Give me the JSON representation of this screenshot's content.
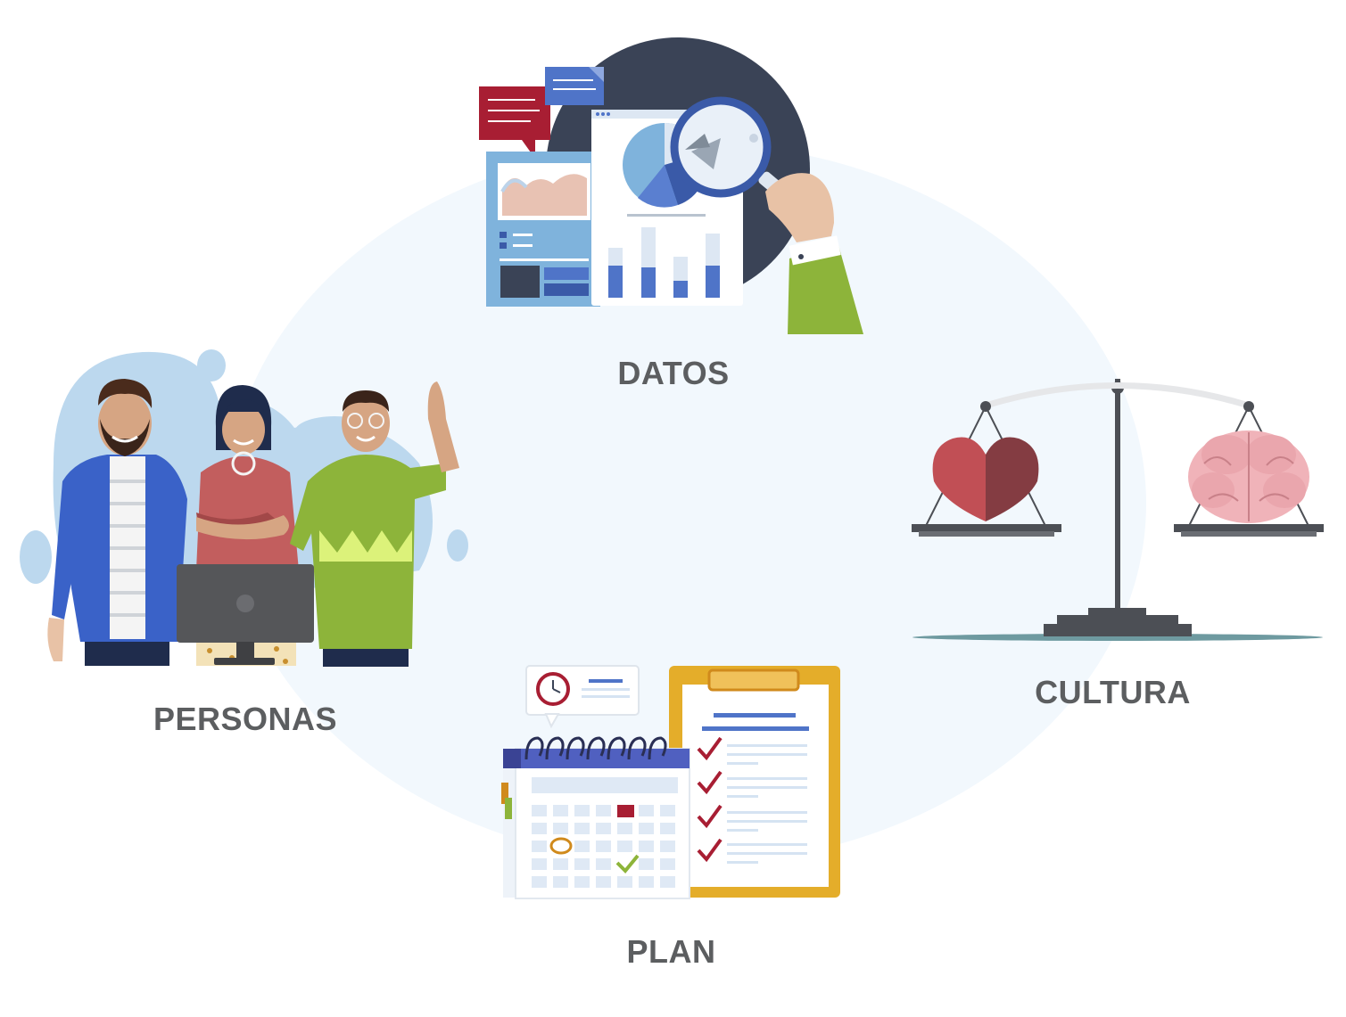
{
  "labels": {
    "datos": "DATOS",
    "cultura": "CULTURA",
    "personas": "PERSONAS",
    "plan": "PLAN"
  },
  "colors": {
    "background_blob": "#f2f8fd",
    "label_text": "#5c5e60",
    "dark_navy": "#3a4356",
    "accent_red": "#a81e33",
    "accent_blue": "#4f74c8",
    "accent_green": "#8db43a",
    "accent_gold": "#e4ad2a"
  },
  "icons": {
    "datos": "data-analysis-illustration",
    "cultura": "balance-scale-heart-brain-illustration",
    "personas": "team-people-illustration",
    "plan": "calendar-checklist-illustration"
  }
}
